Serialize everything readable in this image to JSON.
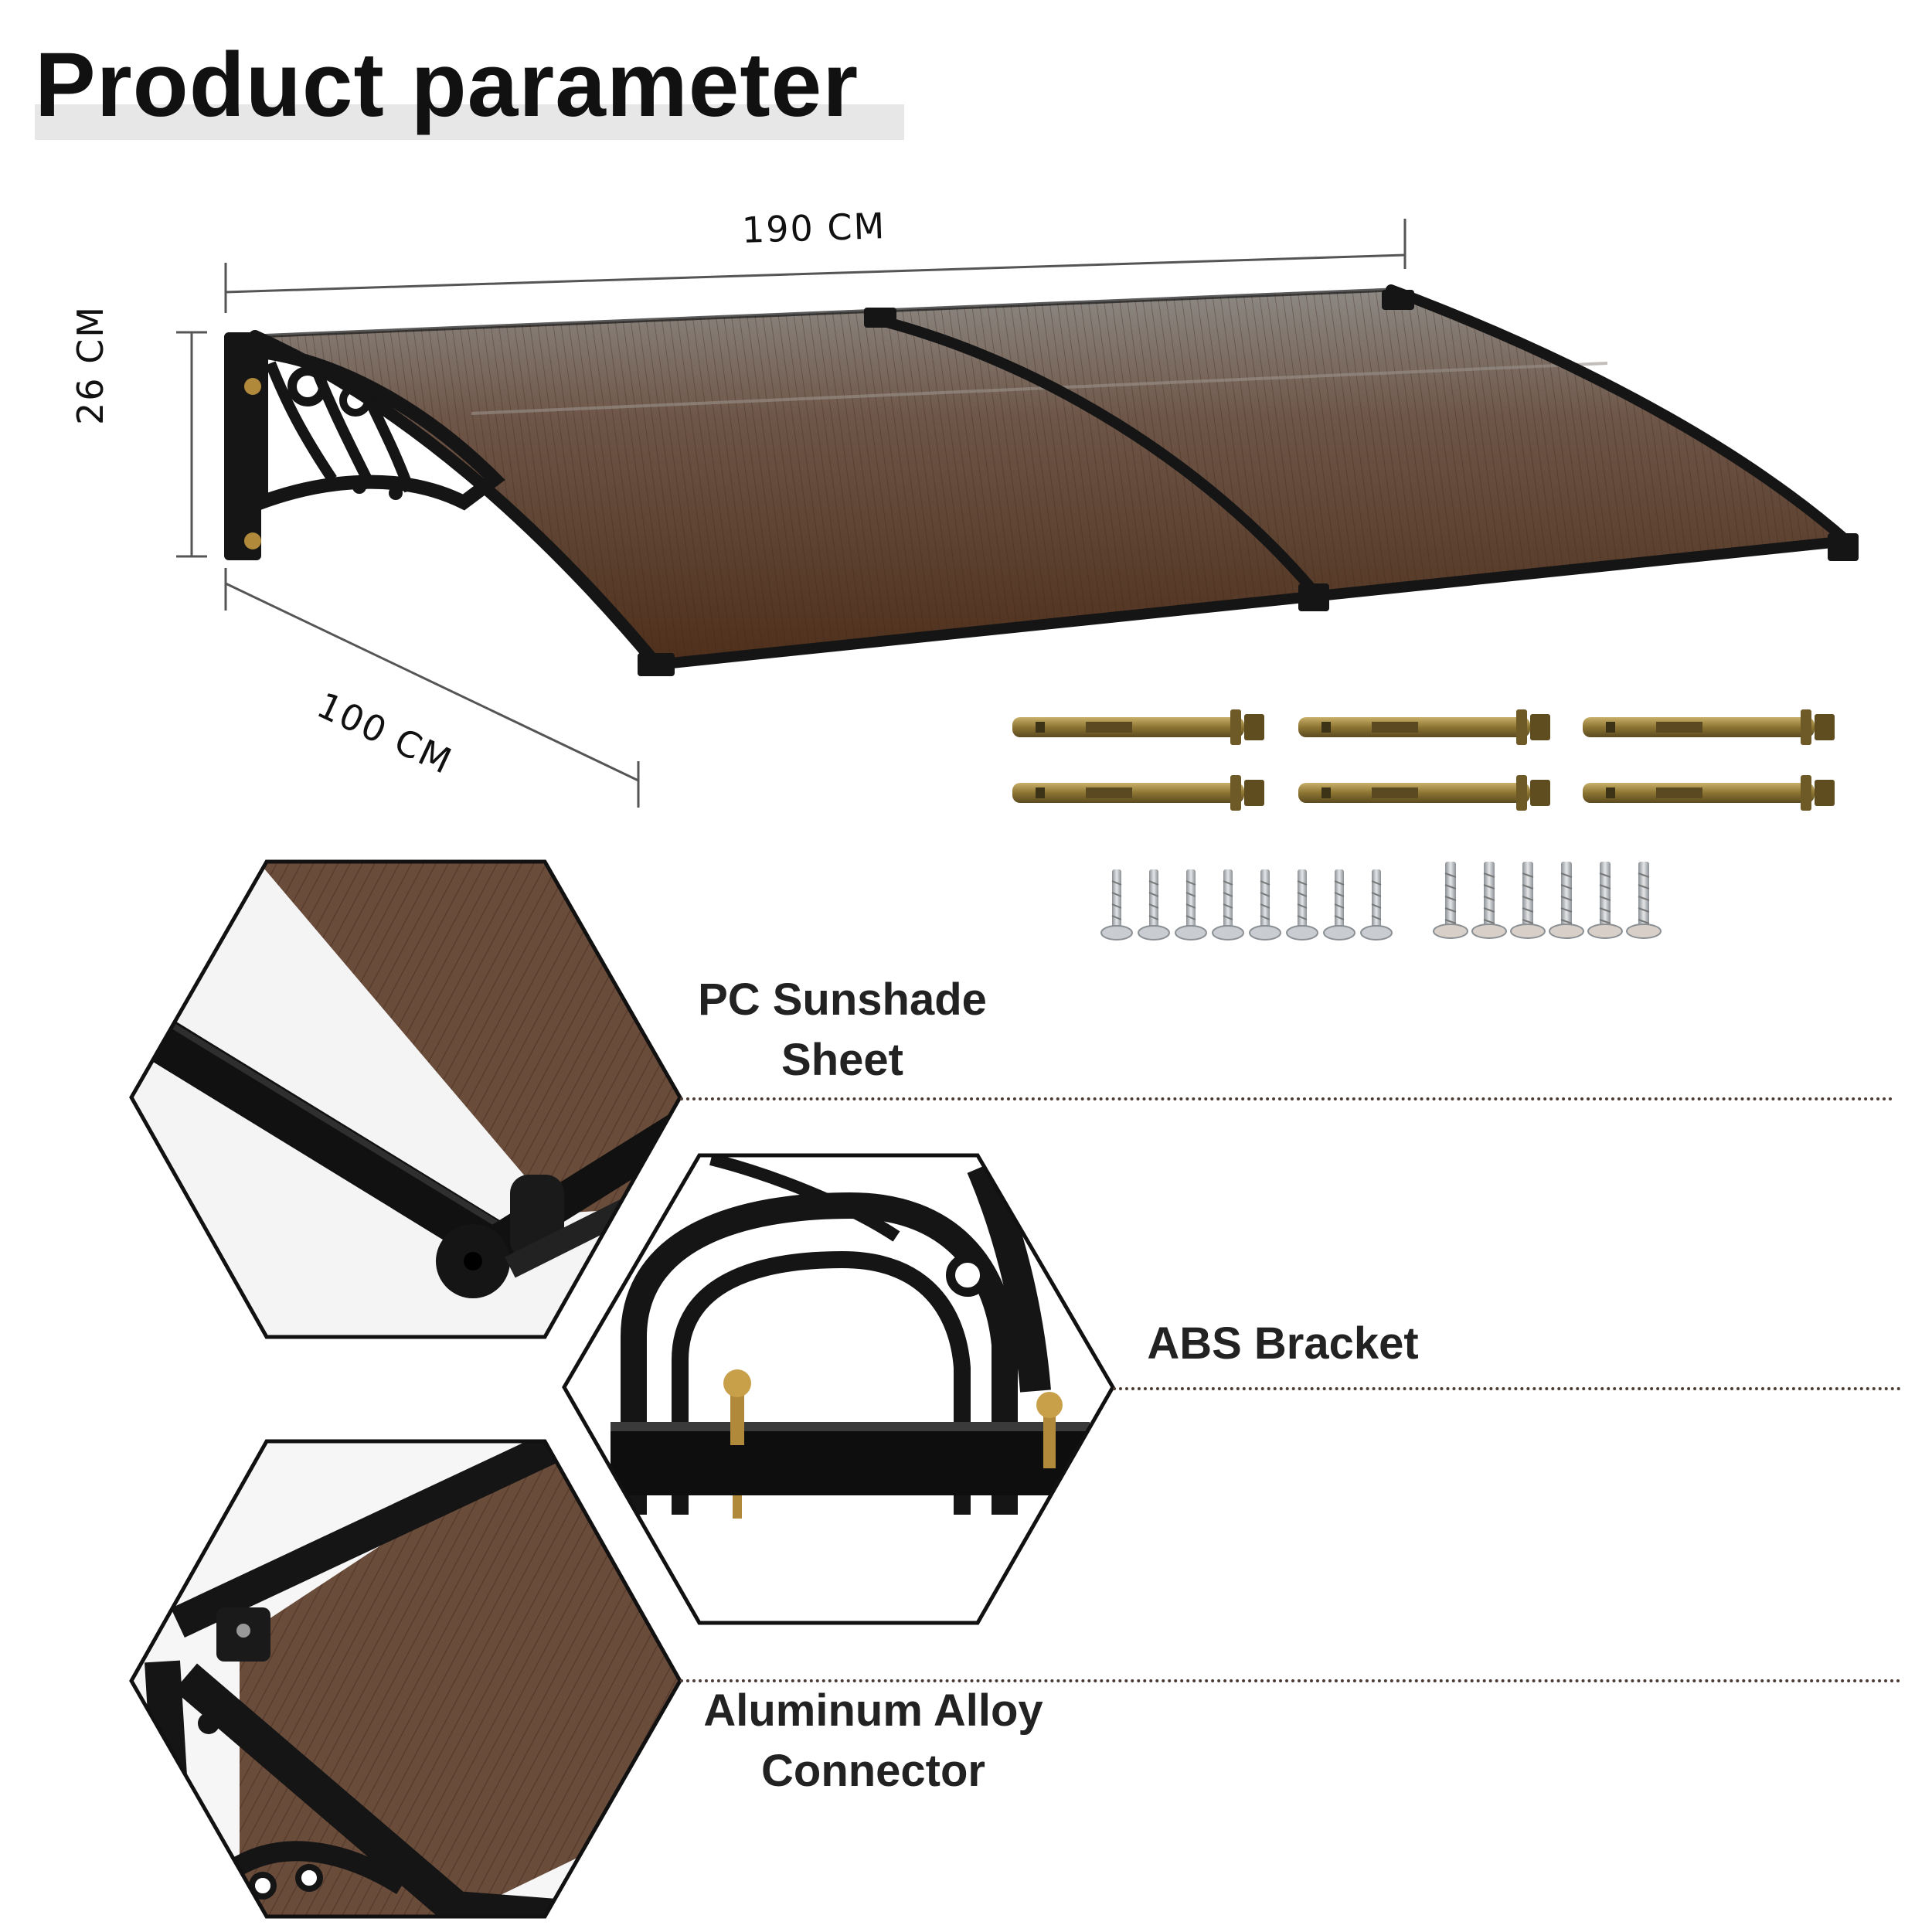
{
  "header": {
    "title": "Product parameter"
  },
  "dimensions": {
    "width": "190 CM",
    "height": "26 CM",
    "depth": "100 CM"
  },
  "features": [
    {
      "label_line1": "PC Sunshade",
      "label_line2": "Sheet"
    },
    {
      "label_line1": "ABS Bracket"
    },
    {
      "label_line1": "Aluminum Alloy",
      "label_line2": "Connector"
    }
  ],
  "hardware": {
    "anchor_bolt_count": 6,
    "screw_count": 14
  },
  "colors": {
    "sheet_brown": "#5a3a24",
    "frame_black": "#151515",
    "title_band": "#e7e7e7",
    "brass": "#b08a3a"
  }
}
